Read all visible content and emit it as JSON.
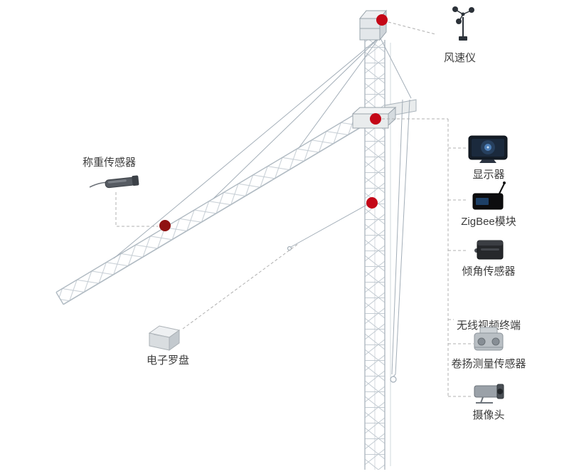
{
  "colors": {
    "marker_red": "#c40717",
    "marker_dark": "#8f1212",
    "crane_line": "#b7c0c8",
    "dashed_line": "#b0b0b0",
    "text": "#3c3c3c"
  },
  "callouts": {
    "anemometer": {
      "label": "风速仪",
      "icon": "anemometer-icon"
    },
    "load_sensor": {
      "label": "称重传感器",
      "icon": "load-cell-icon"
    },
    "compass": {
      "label": "电子罗盘",
      "icon": "compass-box-icon"
    }
  },
  "right_panel": {
    "items": [
      {
        "id": "display",
        "label": "显示器",
        "icon": "monitor-icon"
      },
      {
        "id": "zigbee",
        "label": "ZigBee模块",
        "icon": "zigbee-module-icon"
      },
      {
        "id": "tilt",
        "label": "倾角传感器",
        "icon": "tilt-sensor-icon"
      },
      {
        "id": "wireless-video",
        "label": "无线视频终端",
        "icon": ""
      },
      {
        "id": "hoist",
        "label": "卷扬测量传感器",
        "icon": "hoist-sensor-icon"
      },
      {
        "id": "camera",
        "label": "摄像头",
        "icon": "camera-icon"
      }
    ]
  }
}
